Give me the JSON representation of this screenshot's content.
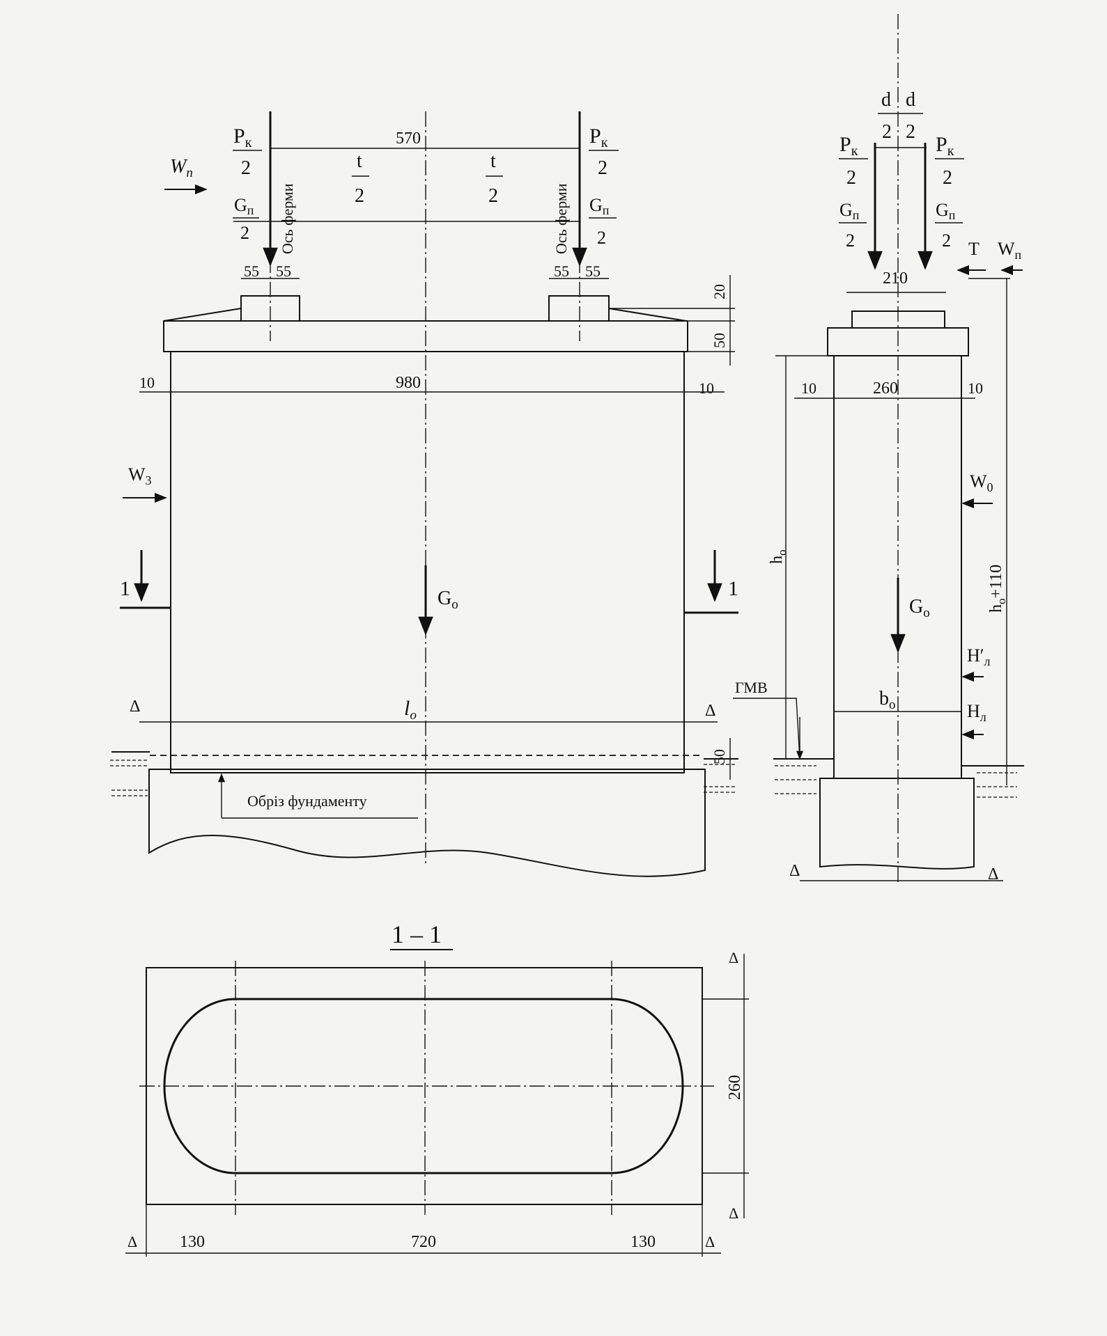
{
  "front_view": {
    "labels": {
      "pk_num": "P",
      "pk_sub": "к",
      "den2": "2",
      "gn_num": "G",
      "gn_sub": "п",
      "wn_left": "W",
      "wn_left_sub": "п",
      "t": "t",
      "truss_axis": "Ось ферми",
      "w3": "W",
      "w3_sub": "3",
      "section_mark": "1",
      "go": "G",
      "go_sub": "o",
      "lo": "l",
      "lo_sub": "o",
      "delta": "Δ",
      "foundation_edge": "Обріз фундаменту"
    },
    "dims": {
      "d570": "570",
      "d55": "55",
      "d980": "980",
      "d10": "10",
      "d20": "20",
      "d50": "50"
    }
  },
  "side_view": {
    "labels": {
      "d": "d",
      "den2": "2",
      "pk_num": "P",
      "pk_sub": "к",
      "gn_num": "G",
      "gn_sub": "п",
      "t": "T",
      "wn": "W",
      "wn_sub": "п",
      "w0": "W",
      "w0_sub": "0",
      "ho": "h",
      "ho_sub": "o",
      "ho110_a": "h",
      "ho110_sub": "o",
      "ho110_b": "+110",
      "go": "G",
      "go_sub": "o",
      "hl_prime": "H′",
      "hl_sub": "л",
      "hl": "H",
      "hl2_sub": "л",
      "bo": "b",
      "bo_sub": "o",
      "gmv": "ГМВ",
      "delta": "Δ"
    },
    "dims": {
      "d210": "210",
      "d260": "260",
      "d10": "10"
    }
  },
  "section": {
    "title": "1 – 1",
    "dims": {
      "d260": "260",
      "d130": "130",
      "d720": "720",
      "delta": "Δ"
    }
  }
}
